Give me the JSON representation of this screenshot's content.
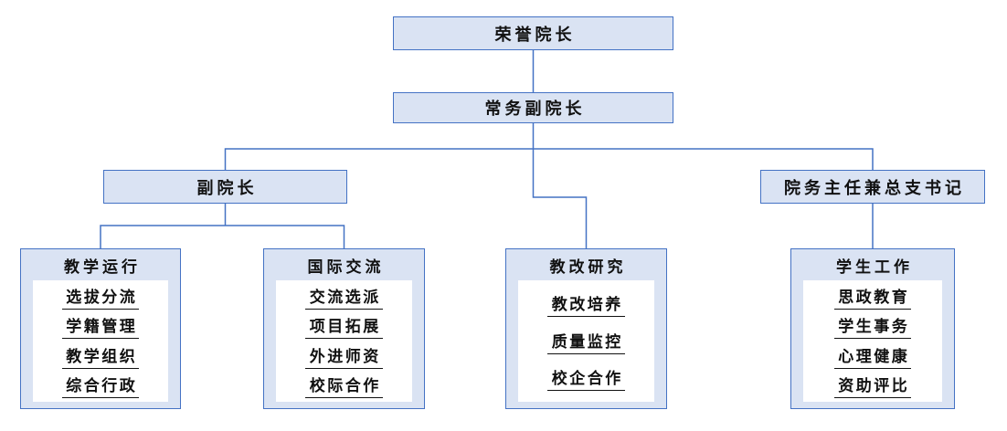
{
  "nodes": {
    "honorary_dean": "荣誉院长",
    "executive_vice_dean": "常务副院长",
    "vice_dean": "副院长",
    "office_director": "院务主任兼总支书记"
  },
  "groups": [
    {
      "title": "教学运行",
      "items": [
        "选拔分流",
        "学籍管理",
        "教学组织",
        "综合行政"
      ]
    },
    {
      "title": "国际交流",
      "items": [
        "交流选派",
        "项目拓展",
        "外进师资",
        "校际合作"
      ]
    },
    {
      "title": "教改研究",
      "items": [
        "教改培养",
        "质量监控",
        "校企合作"
      ]
    },
    {
      "title": "学生工作",
      "items": [
        "思政教育",
        "学生事务",
        "心理健康",
        "资助评比"
      ]
    }
  ],
  "colors": {
    "box_fill": "#dae3f3",
    "box_border": "#4472c4",
    "connector_line": "#4472c4",
    "text": "#111111"
  }
}
